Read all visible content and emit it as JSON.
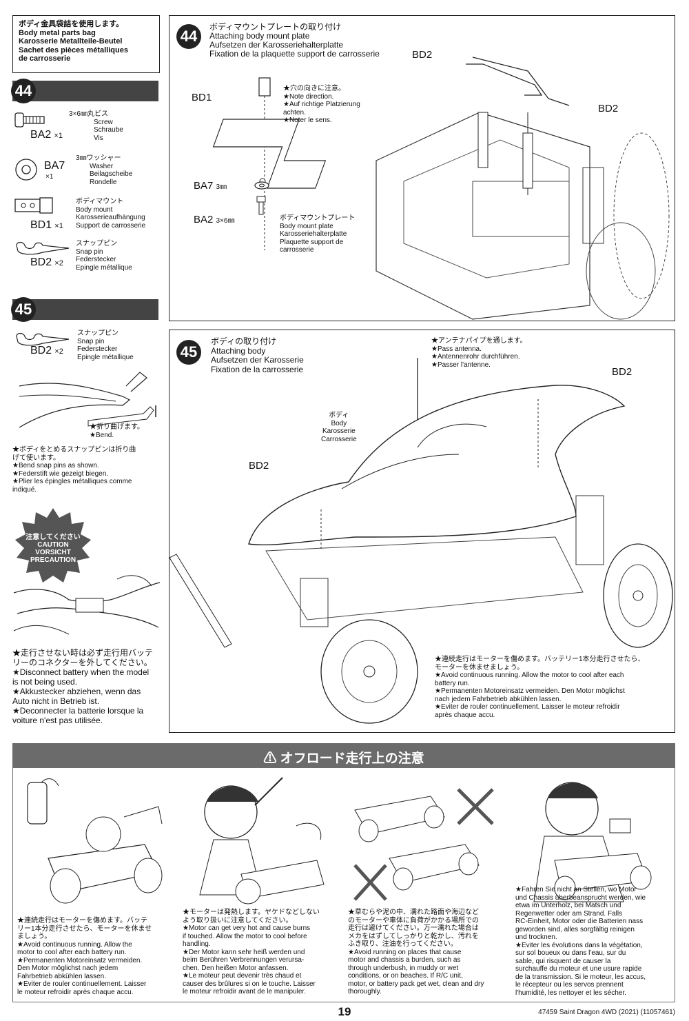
{
  "bag_box": {
    "lines": [
      "ボディ金具袋詰を使用します。",
      "Body metal parts bag",
      "Karosserie Metallteile-Beutel",
      "Sachet des pièces métalliques",
      "de carrosserie"
    ]
  },
  "step44": {
    "number": "44",
    "title_lines": [
      "ボディマウントプレートの取り付け",
      "Attaching body mount plate",
      "Aufsetzen der Karosseriehalterplatte",
      "Fixation de la plaquette support de carrosserie"
    ],
    "parts": [
      {
        "code": "BA2",
        "qty": "×1",
        "lines": [
          "3×6㎜丸ビス",
          "Screw",
          "Schraube",
          "Vis"
        ]
      },
      {
        "code": "BA7",
        "qty": "×1",
        "lines": [
          "3㎜ワッシャー",
          "Washer",
          "Beilagscheibe",
          "Rondelle"
        ]
      },
      {
        "code": "BD1",
        "qty": "×1",
        "lines": [
          "ボディマウント",
          "Body mount",
          "Karosserieaufhängung",
          "Support de carrosserie"
        ]
      },
      {
        "code": "BD2",
        "qty": "×2",
        "lines": [
          "スナップピン",
          "Snap pin",
          "Federstecker",
          "Epingle métallique"
        ]
      }
    ],
    "labels": {
      "bd1": "BD1",
      "ba7": "BA7",
      "ba7_size": "3㎜",
      "ba2": "BA2",
      "ba2_size": "3×6㎜",
      "bd2_a": "BD2",
      "bd2_b": "BD2"
    },
    "note_lines": [
      "★穴の向きに注意。",
      "★Note direction.",
      "★Auf richtige Platzierung",
      "achten.",
      "★Noter le sens."
    ],
    "plate_lines": [
      "ボディマウントプレート",
      "Body mount plate",
      "Karosseriehalterplatte",
      "Plaquette support de",
      "carrosserie"
    ]
  },
  "step45": {
    "number": "45",
    "title_lines": [
      "ボディの取り付け",
      "Attaching body",
      "Aufsetzen der Karosserie",
      "Fixation de la carrosserie"
    ],
    "part": {
      "code": "BD2",
      "qty": "×2",
      "lines": [
        "スナップピン",
        "Snap pin",
        "Federstecker",
        "Epingle métallique"
      ]
    },
    "bend_lines": [
      "★折り曲げます。",
      "★Bend."
    ],
    "bend_note_lines": [
      "★ボディをとめるスナップピンは折り曲",
      "げて使います。",
      "★Bend snap pins as shown.",
      "★Federstift wie gezeigt biegen.",
      "★Plier les épingles métalliques comme",
      "indiqué."
    ],
    "caution_lines": [
      "注意してください",
      "CAUTION",
      "VORSICHT",
      "PRECAUTION"
    ],
    "battery_note_lines": [
      "★走行させない時は必ず走行用バッテ",
      "リーのコネクターを外してください。",
      "★Disconnect battery when the model",
      "is not being used.",
      "★Akkustecker abziehen, wenn das",
      "Auto nicht in Betrieb ist.",
      "★Deconnecter la batterie lorsque la",
      "voiture n'est pas utilisée."
    ],
    "antenna_lines": [
      "★アンテナパイプを通します。",
      "★Pass antenna.",
      "★Antennenrohr durchführen.",
      "★Passer l'antenne."
    ],
    "body_lines": [
      "ボディ",
      "Body",
      "Karosserie",
      "Carrosserie"
    ],
    "labels": {
      "bd2_left": "BD2",
      "bd2_right": "BD2"
    },
    "run_note_lines": [
      "★連続走行はモーターを傷めます。バッテリー1本分走行させたら、",
      "モーターを休ませましょう。",
      "★Avoid continuous running. Allow the motor to cool after each",
      "battery run.",
      "★Permanenten Motoreinsatz vermeiden. Den Motor möglichst",
      "nach jedem Fahrbetrieb abkühlen lassen.",
      "★Eviter de rouler continuellement. Laisser le moteur refroidir",
      "après chaque accu."
    ]
  },
  "offroad": {
    "title": "オフロード走行上の注意",
    "captions": [
      [
        "★連続走行はモーターを傷めます。バッテ",
        "リー1本分走行させたら、モーターを休ませ",
        "ましょう。",
        "★Avoid continuous running. Allow the",
        "motor to cool after each battery run.",
        "★Permanenten Motoreinsatz vermeiden.",
        "Den Motor möglichst nach jedem",
        "Fahrbetrieb abkühlen lassen.",
        "★Eviter de rouler continuellement. Laisser",
        "le moteur refroidir après chaque accu."
      ],
      [
        "★モーターは発熱します。ヤケドなどしない",
        "よう取り扱いに注意してください。",
        "★Motor can get very hot and cause burns",
        "if touched. Allow the motor to cool before",
        "handling.",
        "★Der Motor kann sehr heiß werden und",
        "beim Berühren Verbrennungen verursa-",
        "chen. Den heißen Motor anfassen.",
        "★Le moteur peut devenir très chaud et",
        "causer des brûlures si on le touche. Laisser",
        "le moteur refroidir avant de le manipuler."
      ],
      [
        "★草むらや泥の中、濡れた路面や海辺など",
        "のモーターや車体に負荷がかかる場所での",
        "走行は避けてください。万一濡れた場合は",
        "メカをはずしてしっかりと乾かし、汚れを",
        "ふき取り、注油を行ってください。",
        "★Avoid running on places that cause",
        "motor and chassis a burden, such as",
        "through underbush, in muddy or wet",
        "conditions, or on beaches. If R/C unit,",
        "motor, or battery pack get wet, clean and dry",
        "thoroughly."
      ],
      [
        "★Fahren Sie nicht an Stellen, wo Motor",
        "und Chassis überbeansprucht werden, wie",
        "etwa im Unterholz, bei Matsch und",
        "Regenwetter oder am Strand. Falls",
        "RC-Einheit, Motor oder die Batterien nass",
        "geworden sind, alles sorgfältig reinigen",
        "und trocknen.",
        "★Eviter les évolutions dans la végétation,",
        "sur sol boueux ou dans l'eau, sur du",
        "sable, qui risquent de causer la",
        "surchauffe du moteur et une usure rapide",
        "de la transmission. Si le moteur, les accus,",
        "le récepteur ou les servos prennent",
        "l'humidité, les nettoyer et les sécher."
      ]
    ]
  },
  "page_number": "19",
  "footer": "47459 Saint Dragon 4WD (2021) (11057461)"
}
